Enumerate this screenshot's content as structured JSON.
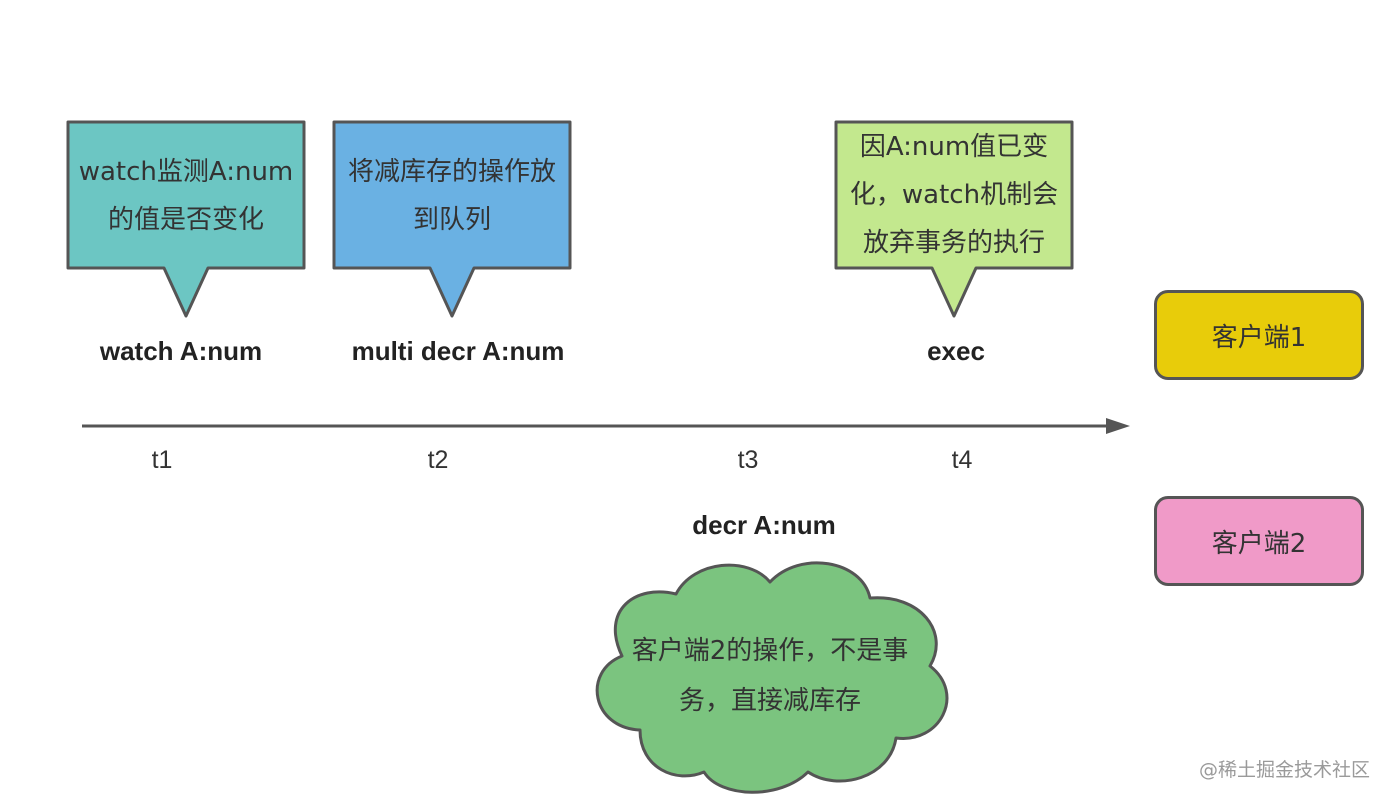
{
  "callouts": {
    "watch_note": "watch监测A:num的值是否变化",
    "multi_note": "将减库存的操作放到队列",
    "exec_note": "因A:num值已变化，watch机制会放弃事务的执行"
  },
  "commands": {
    "watch": "watch A:num",
    "multi": "multi decr A:num",
    "exec": "exec",
    "decr": "decr A:num"
  },
  "timeline": {
    "ticks": [
      "t1",
      "t2",
      "t3",
      "t4"
    ]
  },
  "clients": {
    "client1": "客户端1",
    "client2": "客户端2"
  },
  "cloud_note": "客户端2的操作，不是事务，直接减库存",
  "watermark": "@稀土掘金技术社区",
  "colors": {
    "watch_fill": "#6cc6c3",
    "multi_fill": "#6ab1e3",
    "exec_fill": "#c3e88e",
    "client1_fill": "#e8cc0a",
    "client2_fill": "#f09ac8",
    "cloud_fill": "#7bc47f",
    "stroke": "#555555"
  }
}
